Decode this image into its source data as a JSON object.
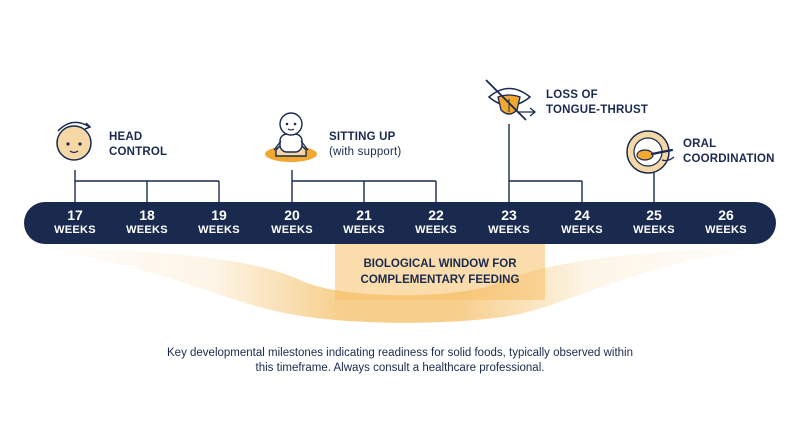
{
  "timeline": {
    "weeks": [
      {
        "number": "17",
        "unit": "WEEKS"
      },
      {
        "number": "18",
        "unit": "WEEKS"
      },
      {
        "number": "19",
        "unit": "WEEKS"
      },
      {
        "number": "20",
        "unit": "WEEKS"
      },
      {
        "number": "21",
        "unit": "WEEKS"
      },
      {
        "number": "22",
        "unit": "WEEKS"
      },
      {
        "number": "23",
        "unit": "WEEKS"
      },
      {
        "number": "24",
        "unit": "WEEKS"
      },
      {
        "number": "25",
        "unit": "WEEKS"
      },
      {
        "number": "26",
        "unit": "WEEKS"
      }
    ]
  },
  "milestones": [
    {
      "line1": "HEAD",
      "line2": "CONTROL",
      "icon": "baby-head-icon"
    },
    {
      "line1": "SITTING UP",
      "sub": "(with support)",
      "icon": "sitting-baby-icon"
    },
    {
      "line1": "LOSS OF",
      "line2": "TONGUE-THRUST",
      "icon": "tongue-thrust-icon"
    },
    {
      "line1": "ORAL",
      "line2": "COORDINATION",
      "icon": "spoon-bowl-icon"
    }
  ],
  "window": {
    "line1": "BIOLOGICAL WINDOW FOR",
    "line2": "COMPLEMENTARY FEEDING"
  },
  "caption": {
    "line1": "Key developmental milestones indicating readiness for solid foods, typically observed within",
    "line2": "this timeframe. Always consult a healthcare professional."
  },
  "colors": {
    "navy": "#1a2a4f",
    "orange": "#f0a830",
    "skin": "#f6d7a6"
  }
}
